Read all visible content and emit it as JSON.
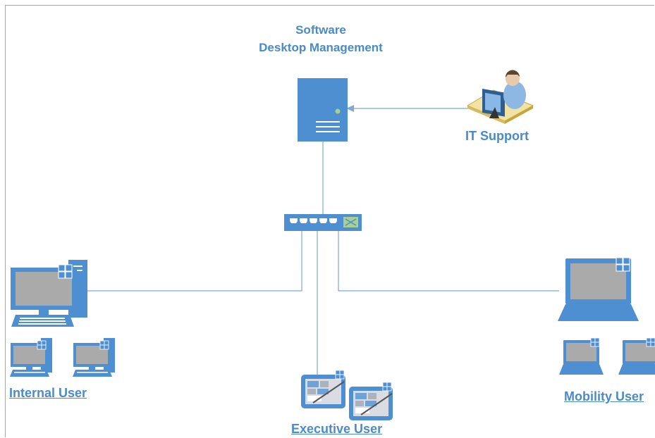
{
  "title": {
    "line1": "Software",
    "line2": "Desktop Management"
  },
  "labels": {
    "it_support": "IT Support",
    "internal_user": "Internal User",
    "executive_user": "Executive User",
    "mobility_user": "Mobility User"
  },
  "colors": {
    "accent": "#4a8ac6",
    "device_blue": "#4d8fd1",
    "screen_gray": "#aaaaaa",
    "connector": "#7fa9d3"
  }
}
